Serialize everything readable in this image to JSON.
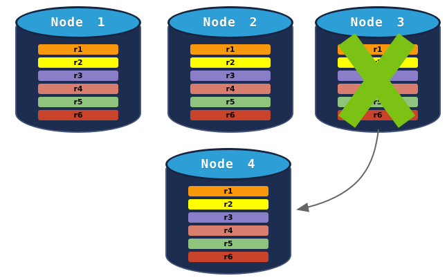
{
  "colors": {
    "canvas_bg": "#FFFFFF",
    "cyl_body": "#1D2D50",
    "cyl_outline": "#42547A",
    "cyl_top": "#2E9FD6",
    "cyl_top_border": "#16253F",
    "title_text": "#FFFFFF",
    "row_text": "#000000",
    "x_mark": "#7CC215",
    "arrow": "#666666"
  },
  "nodes": [
    {
      "title": "Node 1",
      "rows": [
        {
          "label": "r1",
          "color": "#F9980A"
        },
        {
          "label": "r2",
          "color": "#FFFF00"
        },
        {
          "label": "r3",
          "color": "#8B7EC8"
        },
        {
          "label": "r4",
          "color": "#D97E6F"
        },
        {
          "label": "r5",
          "color": "#8FC47E"
        },
        {
          "label": "r6",
          "color": "#C8432A"
        }
      ]
    },
    {
      "title": "Node 2",
      "rows": [
        {
          "label": "r1",
          "color": "#F9980A"
        },
        {
          "label": "r2",
          "color": "#FFFF00"
        },
        {
          "label": "r3",
          "color": "#8B7EC8"
        },
        {
          "label": "r4",
          "color": "#D97E6F"
        },
        {
          "label": "r5",
          "color": "#8FC47E"
        },
        {
          "label": "r6",
          "color": "#C8432A"
        }
      ]
    },
    {
      "title": "Node 3",
      "rows": [
        {
          "label": "r1",
          "color": "#F9980A"
        },
        {
          "label": "r2",
          "color": "#FFFF00"
        },
        {
          "label": "r3",
          "color": "#8B7EC8"
        },
        {
          "label": "r4",
          "color": "#D97E6F"
        },
        {
          "label": "r5",
          "color": "#8FC47E"
        },
        {
          "label": "r6",
          "color": "#C8432A"
        }
      ]
    },
    {
      "title": "Node 4",
      "rows": [
        {
          "label": "r1",
          "color": "#F9980A"
        },
        {
          "label": "r2",
          "color": "#FFFF00"
        },
        {
          "label": "r3",
          "color": "#8B7EC8"
        },
        {
          "label": "r4",
          "color": "#D97E6F"
        },
        {
          "label": "r5",
          "color": "#8FC47E"
        },
        {
          "label": "r6",
          "color": "#C8432A"
        }
      ]
    }
  ],
  "annotations": {
    "x_mark_over": "Node 3",
    "arrow_from": "Node 3",
    "arrow_to": "Node 4"
  }
}
